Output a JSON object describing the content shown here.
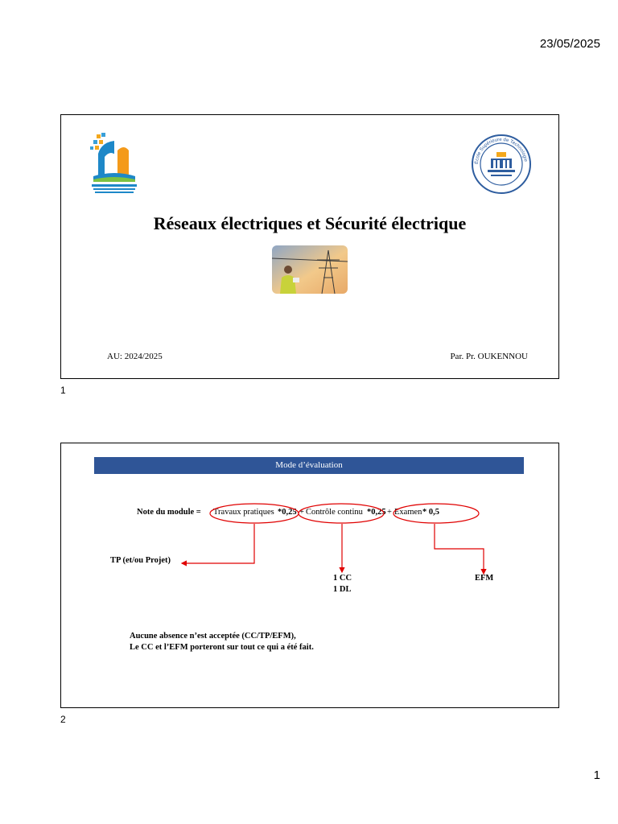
{
  "header": {
    "date": "23/05/2025"
  },
  "slide1": {
    "number": "1",
    "title": "Réseaux électriques et Sécurité électrique",
    "academic_year": "AU: 2024/2025",
    "author": "Par. Pr. OUKENNOU",
    "logo_left_icon": "university-logo-icon",
    "logo_right_icon": "school-seal-icon",
    "photo_icon": "power-line-worker-photo"
  },
  "slide2": {
    "number": "2",
    "banner": "Mode d’évaluation",
    "formula": {
      "label": "Note du module =",
      "term1": "Travaux pratiques",
      "coef1": "*0,25",
      "plus1": "+",
      "term2": "Contrôle continu",
      "coef2": "*0,25",
      "plus2": "+",
      "term3": "Examen",
      "coef3": "* 0,5"
    },
    "tp": "TP (et/ou Projet)",
    "cc_line1": "1 CC",
    "cc_line2": "1 DL",
    "efm": "EFM",
    "note_line1": "Aucune absence n’est acceptée (CC/TP/EFM),",
    "note_line2": "Le CC et l’EFM porteront sur tout ce qui a été fait.",
    "annotation_color": "#e00000"
  },
  "footer": {
    "page": "1"
  }
}
